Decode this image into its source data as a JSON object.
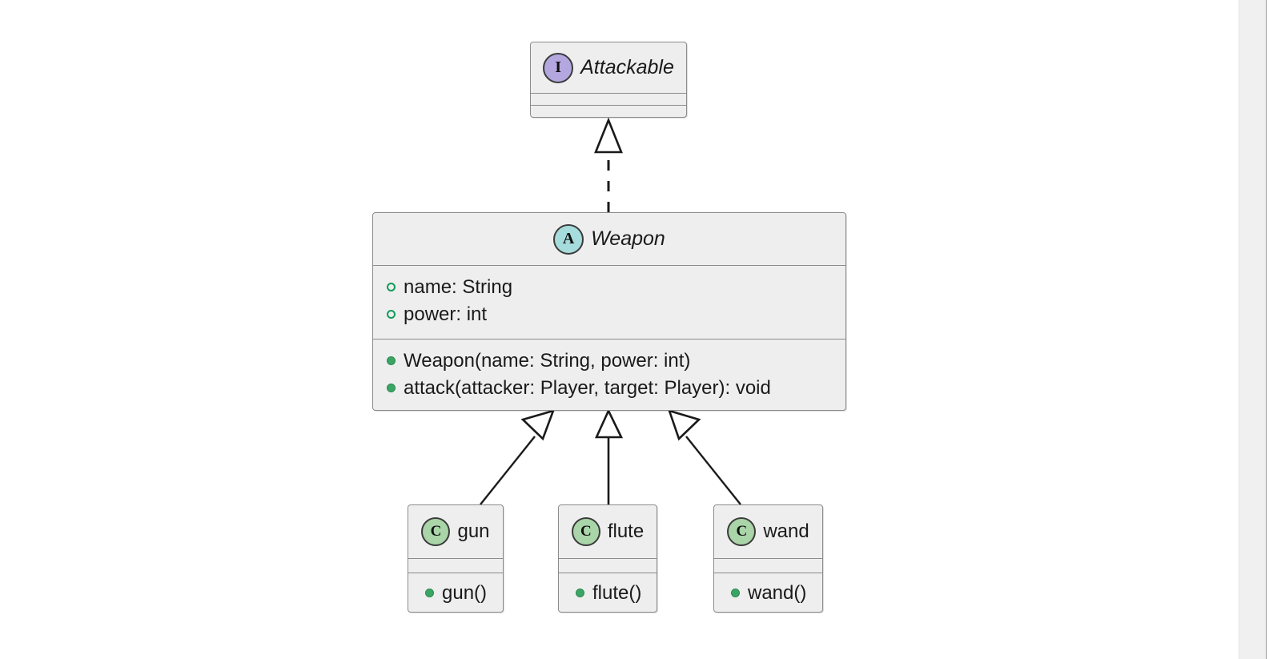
{
  "diagram": {
    "type": "uml-class-diagram",
    "background_color": "#ffffff",
    "node_fill": "#eeeeee",
    "node_border": "#8c8c8c"
  },
  "nodes": {
    "attackable": {
      "name": "Attackable",
      "stereotype": "interface",
      "badge_letter": "I",
      "badge_color": "#b4a7e0",
      "attributes": [],
      "methods": []
    },
    "weapon": {
      "name": "Weapon",
      "stereotype": "abstract-class",
      "badge_letter": "A",
      "badge_color": "#a7dcdc",
      "attributes": [
        {
          "label": "name: String",
          "visibility": "protected"
        },
        {
          "label": "power: int",
          "visibility": "protected"
        }
      ],
      "methods": [
        {
          "label": "Weapon(name: String, power: int)",
          "visibility": "public"
        },
        {
          "label": "attack(attacker: Player, target: Player): void",
          "visibility": "public"
        }
      ]
    },
    "gun": {
      "name": "gun",
      "stereotype": "class",
      "badge_letter": "C",
      "badge_color": "#a9d5a9",
      "attributes": [],
      "methods": [
        {
          "label": "gun()",
          "visibility": "public"
        }
      ]
    },
    "flute": {
      "name": "flute",
      "stereotype": "class",
      "badge_letter": "C",
      "badge_color": "#a9d5a9",
      "attributes": [],
      "methods": [
        {
          "label": "flute()",
          "visibility": "public"
        }
      ]
    },
    "wand": {
      "name": "wand",
      "stereotype": "class",
      "badge_letter": "C",
      "badge_color": "#a9d5a9",
      "attributes": [],
      "methods": [
        {
          "label": "wand()",
          "visibility": "public"
        }
      ]
    }
  },
  "edges": [
    {
      "from": "weapon",
      "to": "attackable",
      "relation": "realization",
      "line": "dashed",
      "arrow": "hollow-triangle"
    },
    {
      "from": "gun",
      "to": "weapon",
      "relation": "generalization",
      "line": "solid",
      "arrow": "hollow-triangle"
    },
    {
      "from": "flute",
      "to": "weapon",
      "relation": "generalization",
      "line": "solid",
      "arrow": "hollow-triangle"
    },
    {
      "from": "wand",
      "to": "weapon",
      "relation": "generalization",
      "line": "solid",
      "arrow": "hollow-triangle"
    }
  ]
}
